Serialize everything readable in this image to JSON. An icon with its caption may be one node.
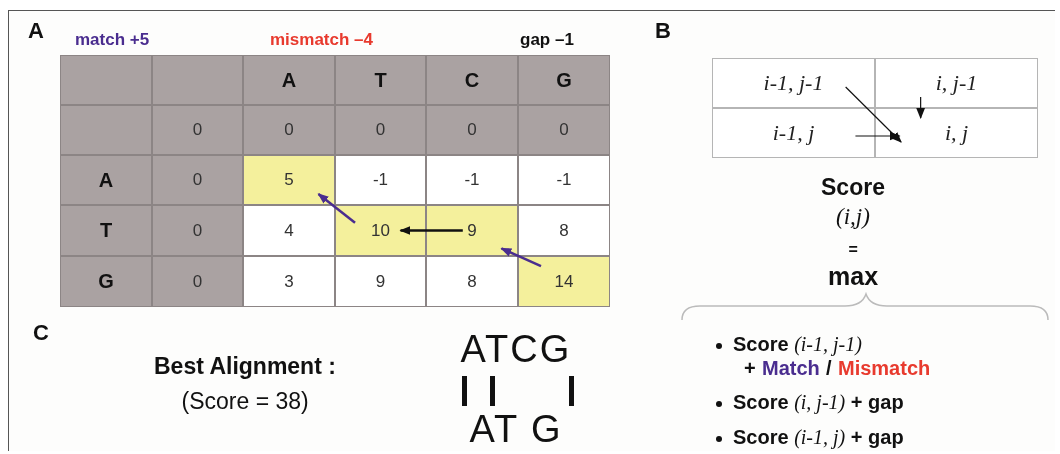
{
  "diagram": {
    "nodes": [
      {
        "text": [],
        "shape": "box"
      },
      {
        "text": [],
        "shape": "box"
      },
      {
        "text": [
          "A"
        ]
      },
      {
        "text": [
          "T"
        ]
      },
      {
        "text": [
          "C"
        ]
      },
      {
        "text": [
          "G"
        ]
      },
      {
        "text": [],
        "shape": "box"
      },
      {
        "text": [
          "0"
        ]
      },
      {
        "text": [
          "0"
        ]
      },
      {
        "text": [
          "0"
        ]
      },
      {
        "text": [
          "0"
        ]
      },
      {
        "text": [
          "0"
        ]
      },
      {
        "text": [
          "A"
        ]
      },
      {
        "text": [
          "0"
        ]
      },
      {
        "text": [
          "5"
        ]
      },
      {
        "text": [
          "-1"
        ]
      },
      {
        "text": [
          "-1"
        ]
      },
      {
        "text": [
          "-1"
        ]
      },
      {
        "text": [
          "T"
        ]
      },
      {
        "text": [
          "0"
        ]
      },
      {
        "text": [
          "4"
        ]
      },
      {
        "text": [
          "10"
        ]
      },
      {
        "text": [
          "9"
        ]
      },
      {
        "text": [
          "8"
        ]
      },
      {
        "text": [
          "G"
        ]
      },
      {
        "text": [
          "0"
        ]
      },
      {
        "text": [
          "3"
        ]
      },
      {
        "text": [
          "9"
        ]
      },
      {
        "text": [
          "8"
        ]
      },
      {
        "text": [
          "14"
        ]
      },
      {
        "text": [
          "i-1, j-1"
        ]
      },
      {
        "text": [
          "i, j-1"
        ]
      },
      {
        "text": [
          "i-1, j"
        ]
      },
      {
        "text": [
          "i, j"
        ]
      }
    ],
    "edges": [
      {
        "from": 29,
        "to": 22,
        "arrow": "to",
        "color": "#4a2d8f"
      },
      {
        "from": 22,
        "to": 21,
        "arrow": "to"
      },
      {
        "from": 21,
        "to": 14,
        "arrow": "to",
        "color": "#4a2d8f"
      },
      {
        "from": 30,
        "to": 33,
        "arrow": "to"
      },
      {
        "from": 31,
        "to": 33,
        "arrow": "to"
      },
      {
        "from": 32,
        "to": 33,
        "arrow": "to"
      }
    ],
    "labels": [
      "A",
      "match +5",
      "mismatch –4",
      "gap –1",
      "B",
      "Score",
      "(i,j)",
      "=",
      "max",
      "C",
      "Best Alignment :",
      "(Score = 38)",
      "ATCG",
      "AT G",
      "**Score** *(i-1, j-1)*",
      "+",
      "Match",
      "/",
      "Mismatch",
      "**Score** *(i, j-1)* **+ gap**",
      "**Score** *(i-1, j)* **+ gap**"
    ]
  }
}
